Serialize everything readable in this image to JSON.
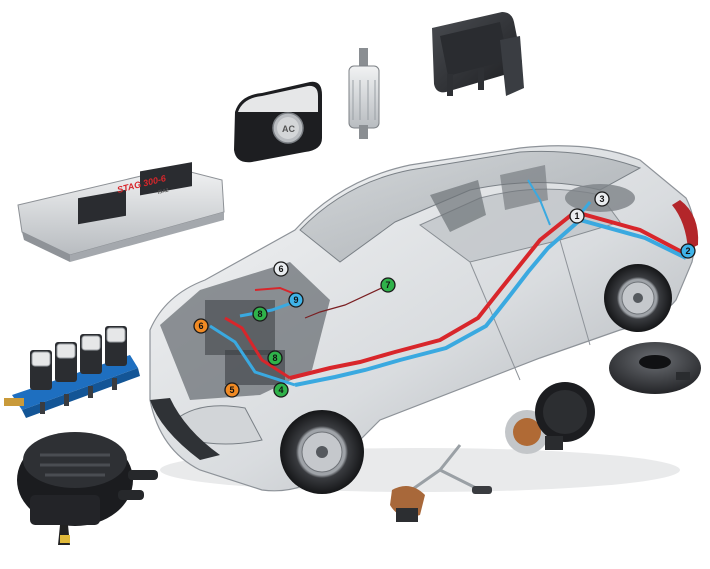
{
  "ecu": {
    "brand_label": "STAG 300-6",
    "sub_label": "ISA2"
  },
  "switch": {
    "logo_label": "AC"
  },
  "markers": [
    {
      "id": "marker-1",
      "label": "1",
      "color": "#e9ecef"
    },
    {
      "id": "marker-2",
      "label": "2",
      "color": "#3fb3e8"
    },
    {
      "id": "marker-3",
      "label": "3",
      "color": "#e9ecef"
    },
    {
      "id": "marker-4",
      "label": "4",
      "color": "#2fb24a"
    },
    {
      "id": "marker-5",
      "label": "5",
      "color": "#f08a24"
    },
    {
      "id": "marker-6-upper",
      "label": "6",
      "color": "#e9ecef"
    },
    {
      "id": "marker-6-lower",
      "label": "6",
      "color": "#f08a24"
    },
    {
      "id": "marker-7",
      "label": "7",
      "color": "#2fb24a"
    },
    {
      "id": "marker-8-upper",
      "label": "8",
      "color": "#2fb24a"
    },
    {
      "id": "marker-8-lower",
      "label": "8",
      "color": "#2fb24a"
    },
    {
      "id": "marker-9",
      "label": "9",
      "color": "#3fb3e8"
    }
  ],
  "colors": {
    "gas_line_red": "#d8262b",
    "gas_line_blue": "#3aa9e0",
    "wire_dark": "#7a1f22"
  }
}
